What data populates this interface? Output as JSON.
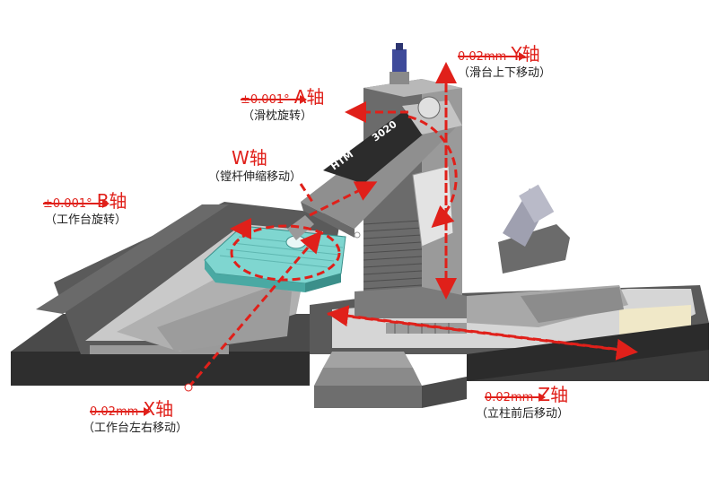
{
  "colors": {
    "accent": "#e0201a",
    "table": "#7fd6d0",
    "machine_dark": "#3a3a3a",
    "machine_mid": "#8a8a8a",
    "machine_light": "#d8d8d8"
  },
  "machine": {
    "brand": "HTM",
    "model": "3020"
  },
  "axes": {
    "y": {
      "value": "0.02mm",
      "name": "Y轴",
      "desc": "（滑台上下移动）"
    },
    "a": {
      "value": "±0.001°",
      "name": "A轴",
      "desc": "（滑枕旋转）"
    },
    "w": {
      "value": "",
      "name": "W轴",
      "desc": "（镗杆伸缩移动）"
    },
    "b": {
      "value": "±0.001°",
      "name": "B轴",
      "desc": "（工作台旋转）"
    },
    "x": {
      "value": "0.02mm",
      "name": "X轴",
      "desc": "（工作台左右移动）"
    },
    "z": {
      "value": "0.02mm",
      "name": "Z轴",
      "desc": "（立柱前后移动）"
    }
  }
}
